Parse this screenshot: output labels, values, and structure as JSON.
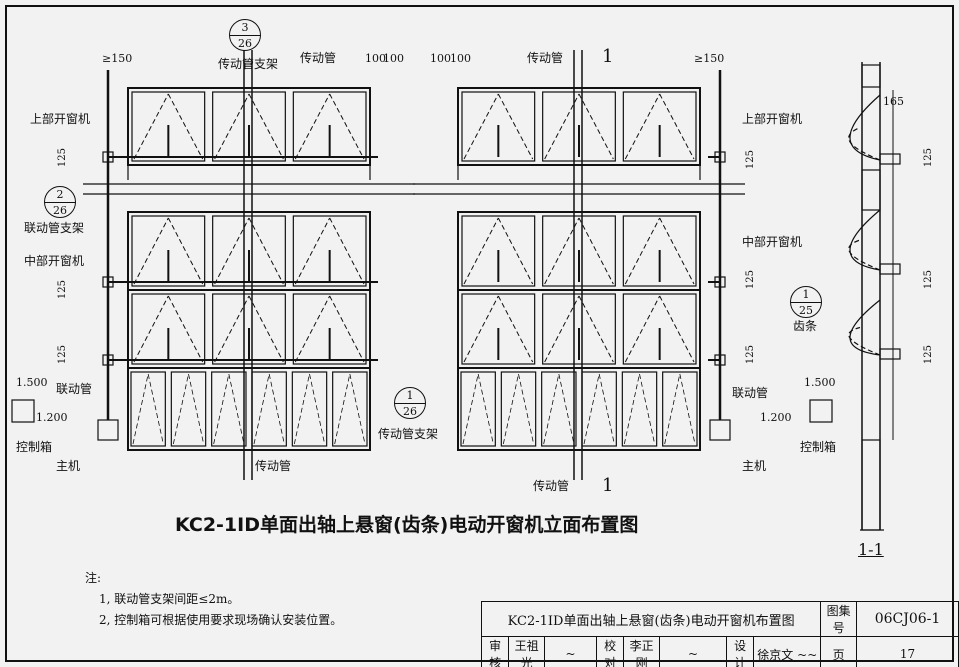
{
  "drawing_title": "KC2-1ID单面出轴上悬窗(齿条)电动开窗机立面布置图",
  "labels": {
    "upper_opener": "上部开窗机",
    "middle_opener": "中部开窗机",
    "linkage_support": "联动管支架",
    "linkage_pipe": "联动管",
    "drive_pipe": "传动管",
    "drive_pipe_support": "传动管支架",
    "control_box": "控制箱",
    "main_unit": "主机",
    "rack": "齿条",
    "section_mark": "1",
    "section_label": "1-1"
  },
  "dimensions": {
    "min150": "≥150",
    "d100a": "100",
    "d100b": "100",
    "d125": "125",
    "d165": "165",
    "elev_1500": "1.500",
    "elev_1200": "1.200"
  },
  "refs": {
    "r3": {
      "num": "3",
      "sheet": "26"
    },
    "r2": {
      "num": "2",
      "sheet": "26"
    },
    "r1": {
      "num": "1",
      "sheet": "26"
    },
    "r1b": {
      "num": "1",
      "sheet": "25"
    }
  },
  "notes": {
    "heading": "注:",
    "items": [
      "1, 联动管支架间距≤2m。",
      "2, 控制箱可根据使用要求现场确认安装位置。"
    ]
  },
  "title_block": {
    "title": "KC2-1ID单面出轴上悬窗(齿条)电动开窗机布置图",
    "atlas_label": "图集号",
    "atlas_no": "06CJ06-1",
    "review_label": "审核",
    "reviewer": "王祖光",
    "check_label": "校对",
    "checker": "李正刚",
    "design_label": "设计",
    "designer": "徐京文",
    "page_label": "页",
    "page_no": "17"
  }
}
